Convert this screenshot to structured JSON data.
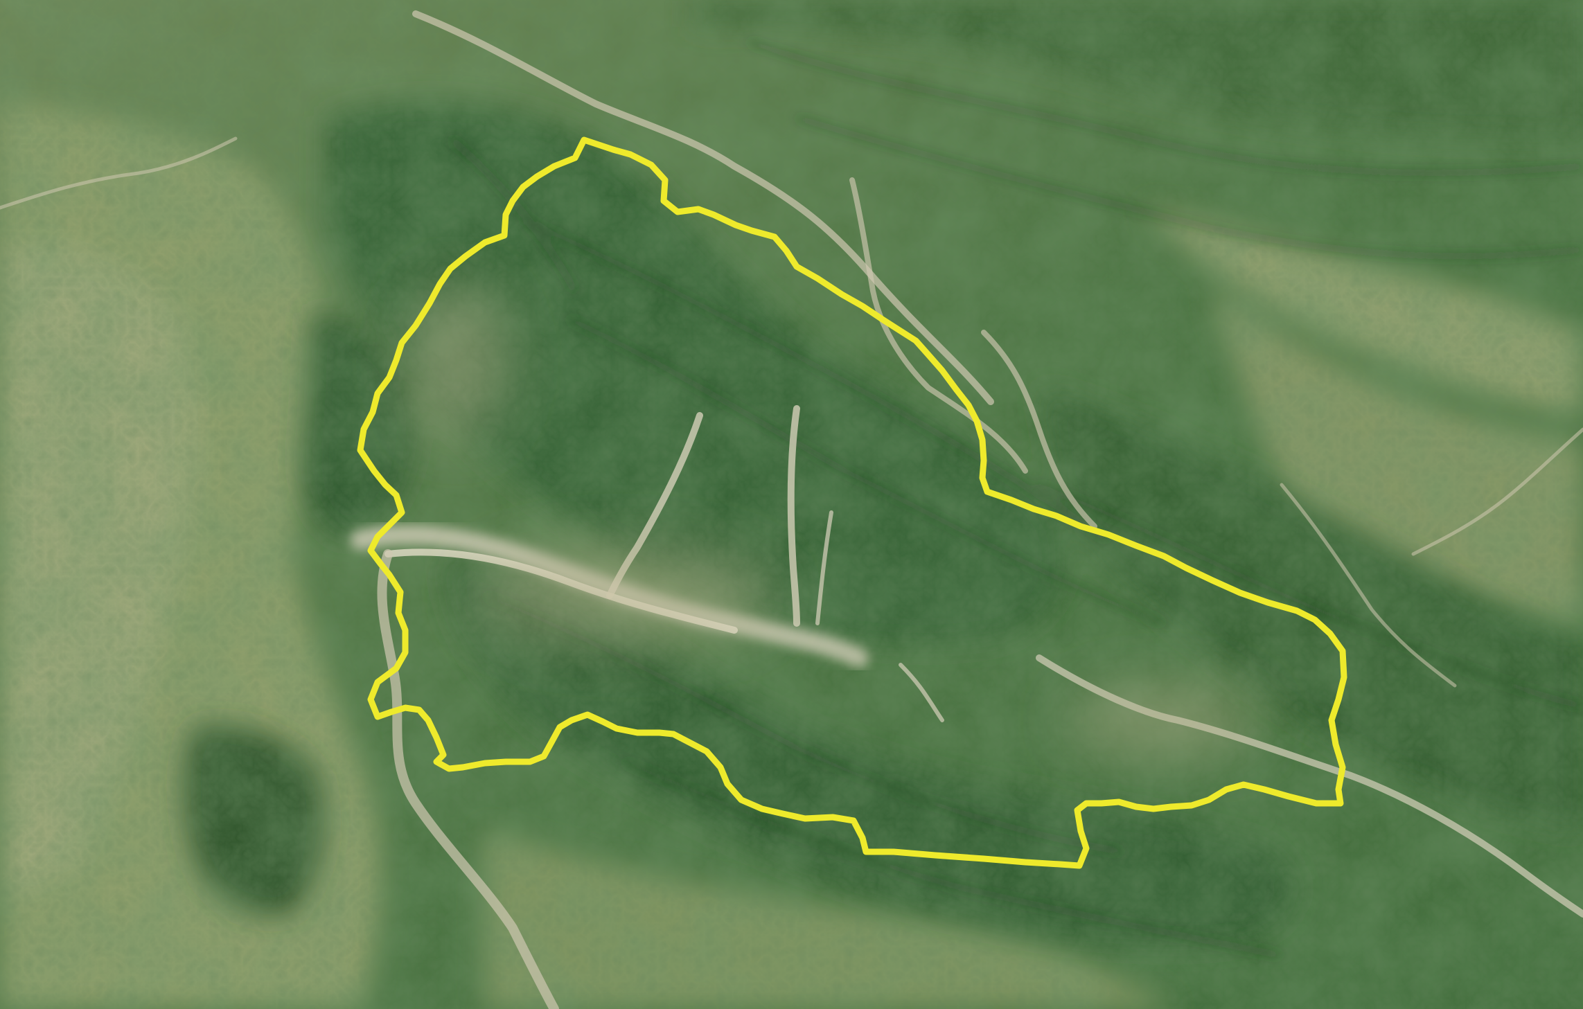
{
  "map": {
    "kind": "satellite-imagery",
    "terrain": [
      "forested-hills",
      "mountain-ridges",
      "river-valleys",
      "agricultural-plains"
    ],
    "has_text_labels": false,
    "colors": {
      "boundary": "#eeea2c",
      "forest_dark": "#2f5a2d",
      "forest_mid": "#45703c",
      "plains": "#8f9a68",
      "plains_light": "#a5ab7c",
      "river_bed": "#d8d2bd",
      "ridge_shadow": "#233f22",
      "border": "#ffffff"
    }
  }
}
